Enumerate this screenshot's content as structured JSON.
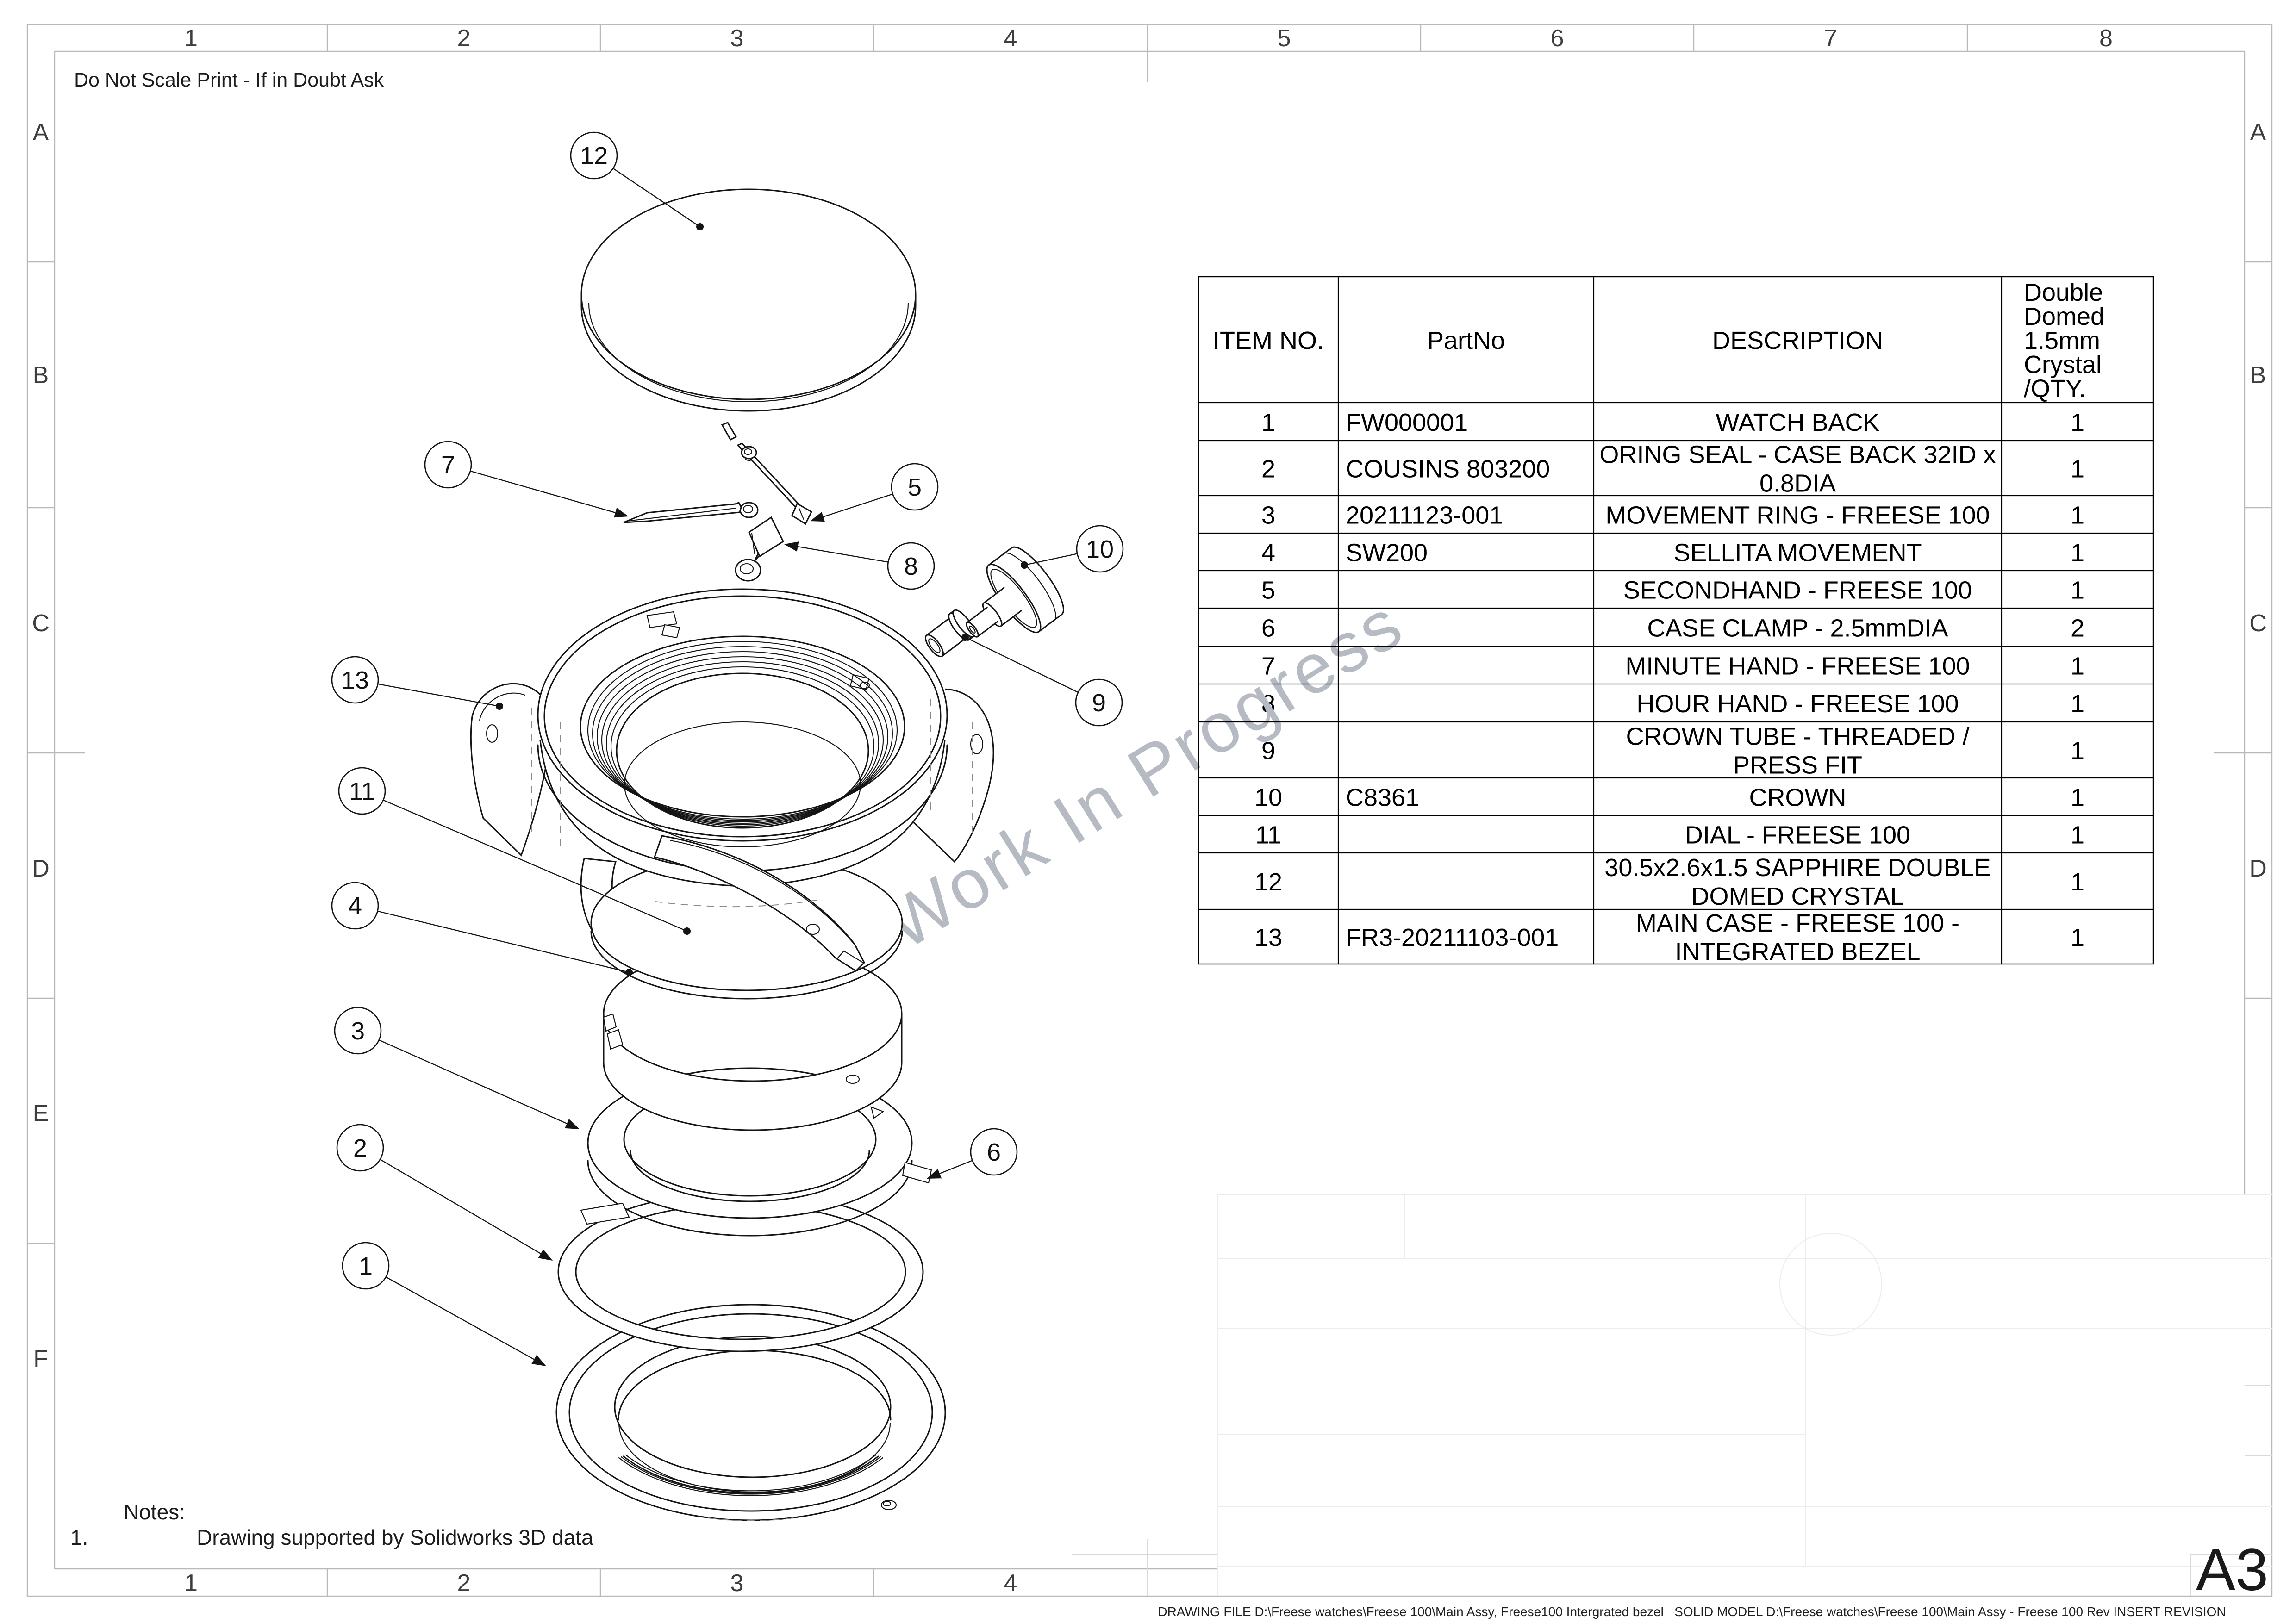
{
  "sheet": {
    "size_label": "A3",
    "top_note": "Do Not Scale Print - If in Doubt Ask",
    "watermark": "Work In Progress",
    "zone_columns_top": [
      "1",
      "2",
      "3",
      "4",
      "5",
      "6",
      "7",
      "8"
    ],
    "zone_columns_bottom": [
      "1",
      "2",
      "3",
      "4"
    ],
    "zone_rows_left": [
      "A",
      "B",
      "C",
      "D",
      "E",
      "F"
    ],
    "zone_rows_right": [
      "A",
      "B",
      "C",
      "D"
    ]
  },
  "notes": {
    "heading": "Notes:",
    "items": [
      {
        "number": "1.",
        "text": "Drawing supported by Solidworks 3D data"
      }
    ]
  },
  "footer": {
    "text": "DRAWING FILE D:\\Freese watches\\Freese 100\\Main Assy, Freese100 Intergrated bezel   SOLID MODEL D:\\Freese watches\\Freese 100\\Main Assy - Freese 100 Rev INSERT REVISION"
  },
  "bom": {
    "headers": {
      "item": "ITEM NO.",
      "part_no": "PartNo",
      "description": "DESCRIPTION",
      "qty": "Double Domed 1.5mm Crystal /QTY.",
      "qty_lines": [
        "Double",
        "Domed",
        "1.5mm",
        "Crystal",
        "/QTY."
      ]
    },
    "rows": [
      {
        "item": "1",
        "part_no": "FW000001",
        "description": "WATCH BACK",
        "lines": [
          "WATCH BACK"
        ],
        "qty": "1"
      },
      {
        "item": "2",
        "part_no": "COUSINS 803200",
        "description": "ORING SEAL - CASE BACK 32ID x 0.8DIA",
        "lines": [
          "ORING SEAL - CASE BACK 32ID x",
          "0.8DIA"
        ],
        "qty": "1"
      },
      {
        "item": "3",
        "part_no": "20211123-001",
        "description": "MOVEMENT RING - FREESE 100",
        "lines": [
          "MOVEMENT RING - FREESE 100"
        ],
        "qty": "1"
      },
      {
        "item": "4",
        "part_no": "SW200",
        "description": "SELLITA MOVEMENT",
        "lines": [
          "SELLITA MOVEMENT"
        ],
        "qty": "1"
      },
      {
        "item": "5",
        "part_no": "",
        "description": "SECONDHAND - FREESE 100",
        "lines": [
          "SECONDHAND - FREESE 100"
        ],
        "qty": "1"
      },
      {
        "item": "6",
        "part_no": "",
        "description": "CASE CLAMP - 2.5mmDIA",
        "lines": [
          "CASE CLAMP - 2.5mmDIA"
        ],
        "qty": "2"
      },
      {
        "item": "7",
        "part_no": "",
        "description": "MINUTE HAND - FREESE 100",
        "lines": [
          "MINUTE HAND - FREESE 100"
        ],
        "qty": "1"
      },
      {
        "item": "8",
        "part_no": "",
        "description": "HOUR HAND - FREESE 100",
        "lines": [
          "HOUR HAND - FREESE 100"
        ],
        "qty": "1"
      },
      {
        "item": "9",
        "part_no": "",
        "description": "CROWN TUBE - THREADED / PRESS FIT",
        "lines": [
          "CROWN TUBE - THREADED /",
          "PRESS FIT"
        ],
        "qty": "1"
      },
      {
        "item": "10",
        "part_no": "C8361",
        "description": "CROWN",
        "lines": [
          "CROWN"
        ],
        "qty": "1"
      },
      {
        "item": "11",
        "part_no": "",
        "description": "DIAL - FREESE 100",
        "lines": [
          "DIAL - FREESE 100"
        ],
        "qty": "1"
      },
      {
        "item": "12",
        "part_no": "",
        "description": "30.5x2.6x1.5 SAPPHIRE DOUBLE DOMED CRYSTAL",
        "lines": [
          "30.5x2.6x1.5 SAPPHIRE DOUBLE",
          "DOMED CRYSTAL"
        ],
        "qty": "1"
      },
      {
        "item": "13",
        "part_no": "FR3-20211103-001",
        "description": "MAIN CASE - FREESE 100 - INTEGRATED BEZEL",
        "lines": [
          "MAIN CASE - FREESE 100 -",
          "INTEGRATED BEZEL"
        ],
        "qty": "1"
      }
    ]
  },
  "balloons": [
    {
      "label": "1",
      "part": "watch-back"
    },
    {
      "label": "2",
      "part": "oring-seal"
    },
    {
      "label": "3",
      "part": "movement-ring"
    },
    {
      "label": "4",
      "part": "sellita-movement"
    },
    {
      "label": "5",
      "part": "second-hand"
    },
    {
      "label": "6",
      "part": "case-clamp"
    },
    {
      "label": "7",
      "part": "minute-hand"
    },
    {
      "label": "8",
      "part": "hour-hand"
    },
    {
      "label": "9",
      "part": "crown-tube"
    },
    {
      "label": "10",
      "part": "crown"
    },
    {
      "label": "11",
      "part": "dial"
    },
    {
      "label": "12",
      "part": "crystal"
    },
    {
      "label": "13",
      "part": "main-case"
    }
  ],
  "colors": {
    "drawing_line": "#141414",
    "border_line": "#b9b9b9",
    "watermark": "#b6bac3",
    "table_line": "#000000",
    "background": "#ffffff"
  }
}
